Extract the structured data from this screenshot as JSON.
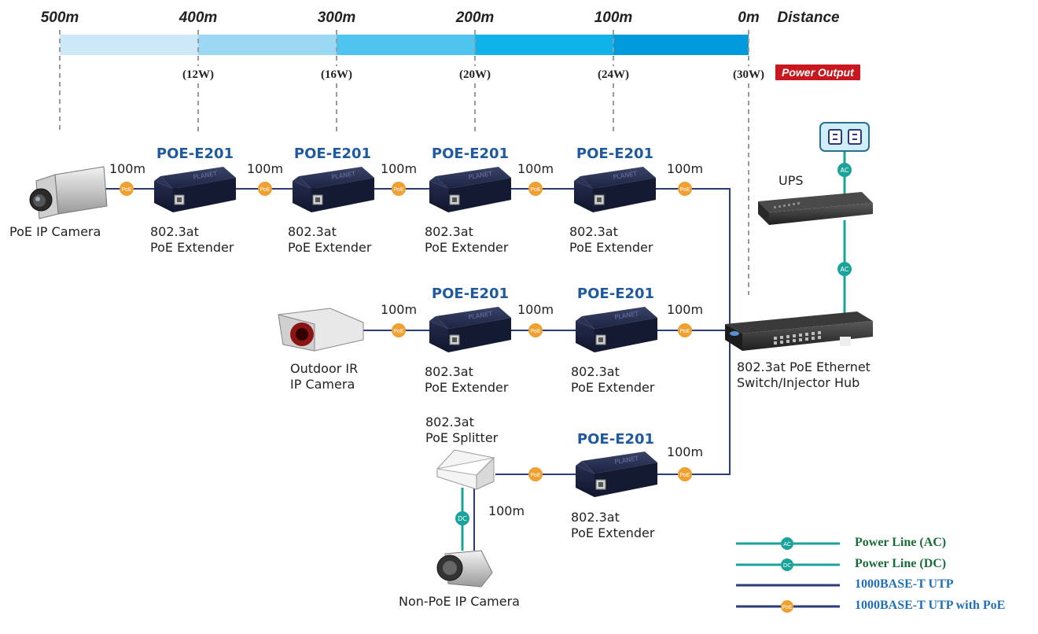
{
  "scale": {
    "labels": [
      "500m",
      "400m",
      "300m",
      "200m",
      "100m",
      "0m"
    ],
    "distance_label": "Distance",
    "watts": [
      "(12W)",
      "(16W)",
      "(20W)",
      "(24W)",
      "(30W)"
    ],
    "power_output_label": "Power Output",
    "colors": [
      "#cde9f8",
      "#9bd8f4",
      "#4ec4ef",
      "#0fb3ea",
      "#0099dc"
    ]
  },
  "devices": {
    "model_name": "POE-E201",
    "extender_line1": "802.3at",
    "extender_line2": "PoE Extender",
    "poe_camera": "PoE IP Camera",
    "outdoor_camera_line1": "Outdoor IR",
    "outdoor_camera_line2": "IP Camera",
    "splitter_line1": "802.3at",
    "splitter_line2": "PoE Splitter",
    "non_poe_camera": "Non-PoE IP Camera",
    "ups": "UPS",
    "switch_line1": "802.3at PoE Ethernet",
    "switch_line2": "Switch/Injector Hub"
  },
  "segment_distance": "100m",
  "badges": {
    "poe": "PoE",
    "ac": "AC",
    "dc": "DC"
  },
  "legend": [
    {
      "label": "Power Line (AC)",
      "badge": "AC",
      "line_color": "#1aa39a",
      "text_color": "#1a6b3a"
    },
    {
      "label": "Power Line (DC)",
      "badge": "DC",
      "line_color": "#1aa39a",
      "text_color": "#1a6b3a"
    },
    {
      "label": "1000BASE-T UTP",
      "badge": "",
      "line_color": "#2b3a78",
      "text_color": "#1f6fb8"
    },
    {
      "label": "1000BASE-T UTP with PoE",
      "badge": "PoE",
      "line_color": "#2b3a78",
      "text_color": "#1f6fb8"
    }
  ],
  "colors": {
    "poe_badge": "#f0a030",
    "ac_dc_badge": "#1aa39a",
    "utp": "#2b3a78",
    "model_text": "#1f5a9e"
  }
}
